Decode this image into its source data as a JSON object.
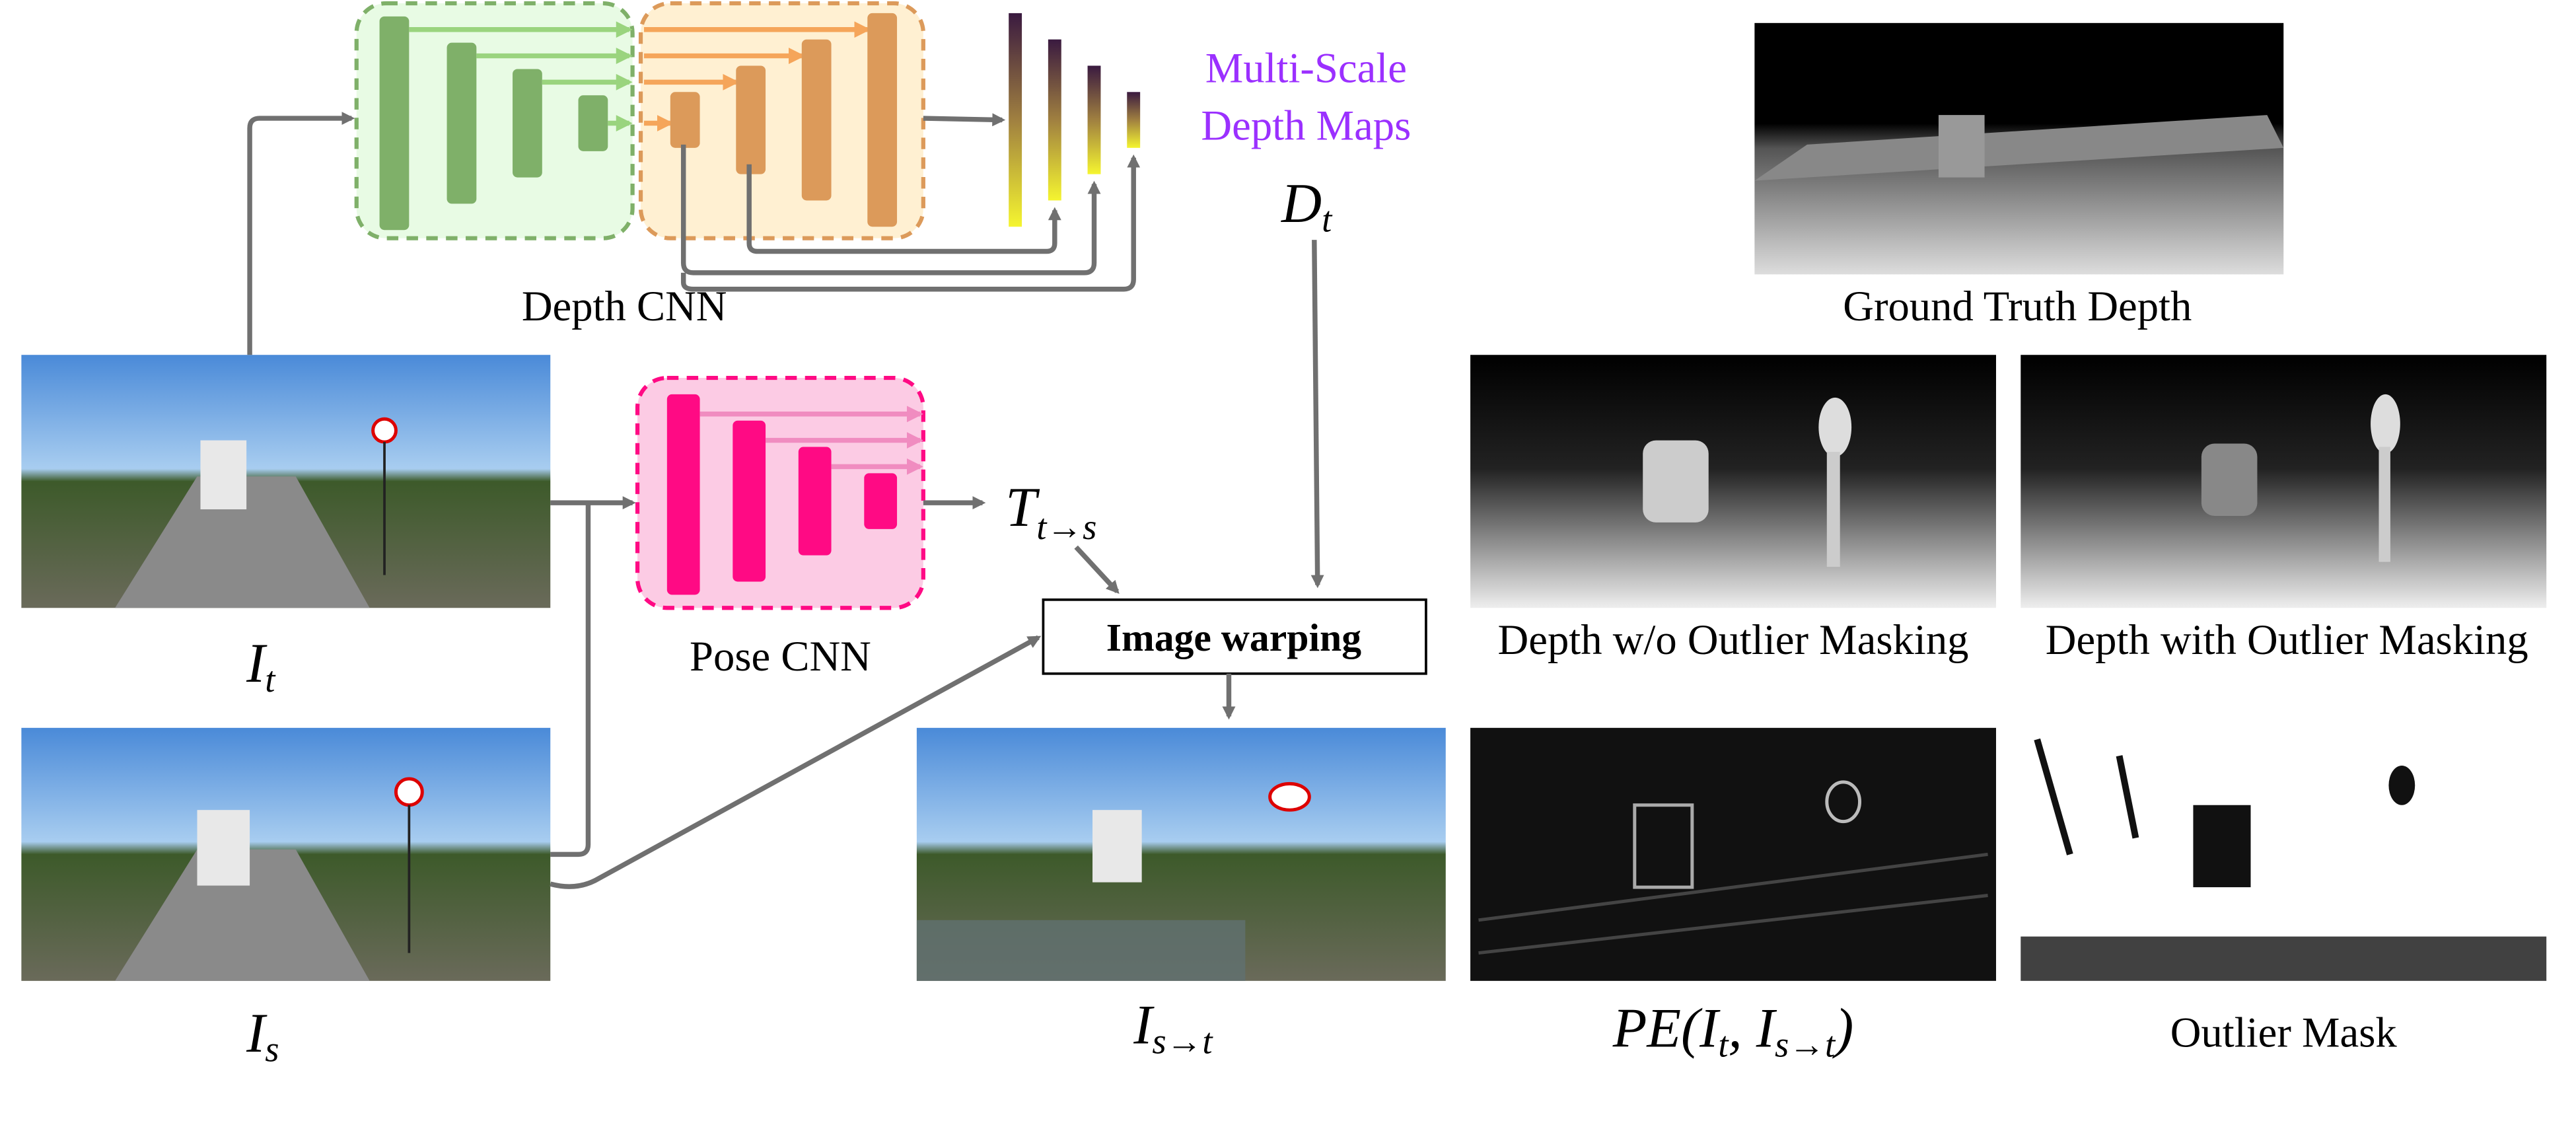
{
  "labels": {
    "depth_cnn": "Depth CNN",
    "pose_cnn": "Pose CNN",
    "multi_scale_line1": "Multi-Scale",
    "multi_scale_line2": "Depth Maps",
    "d_t": "D",
    "d_t_sub": "t",
    "t_ts": "T",
    "t_ts_sub": "t→s",
    "image_warping": "Image warping",
    "i_t": "I",
    "i_t_sub": "t",
    "i_s": "I",
    "i_s_sub": "s",
    "i_st": "I",
    "i_st_sub": "s→t",
    "ground_truth": "Ground Truth Depth",
    "depth_wo": "Depth w/o Outlier Masking",
    "depth_with": "Depth with Outlier Masking",
    "pe": "PE(I",
    "pe_sub1": "t",
    "pe_mid": ", I",
    "pe_sub2": "s→t",
    "pe_end": ")",
    "outlier_mask": "Outlier Mask"
  },
  "colors": {
    "encoder": "#7fb069",
    "decoder": "#dc9a5a",
    "pose": "#ff0a84",
    "purple_text": "#9b30ff",
    "arrow": "#707070"
  }
}
